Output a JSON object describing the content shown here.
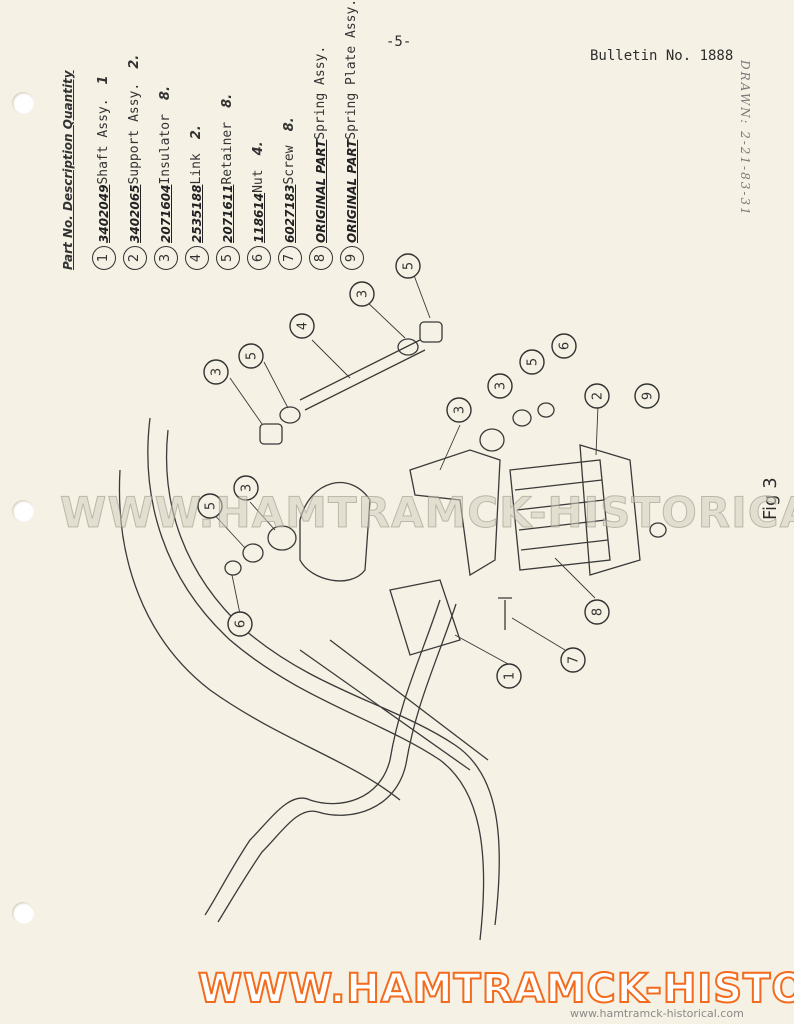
{
  "page_number": "-5-",
  "bulletin": "Bulletin No. 1888",
  "side_reference": "DRAWN: 2-21-83-31",
  "figure_label": "Fig 3",
  "legend": {
    "header": "Part No. Description Quantity",
    "items": [
      {
        "num": "1",
        "part": "3402049",
        "desc": "Shaft Assy.",
        "qty": "1"
      },
      {
        "num": "2",
        "part": "3402065",
        "desc": "Support Assy.",
        "qty": "2."
      },
      {
        "num": "3",
        "part": "2071604",
        "desc": "Insulator",
        "qty": "8."
      },
      {
        "num": "4",
        "part": "2535188",
        "desc": "Link",
        "qty": "2."
      },
      {
        "num": "5",
        "part": "2071611",
        "desc": "Retainer",
        "qty": "8."
      },
      {
        "num": "6",
        "part": "118614",
        "desc": "Nut",
        "qty": "4."
      },
      {
        "num": "7",
        "part": "6027183",
        "desc": "Screw",
        "qty": "8."
      },
      {
        "num": "8",
        "part": "ORIGINAL PART",
        "desc": "Spring Assy.",
        "qty": ""
      },
      {
        "num": "9",
        "part": "ORIGINAL PART",
        "desc": "Spring Plate Assy.",
        "qty": ""
      }
    ]
  },
  "watermarks": {
    "center": "WWW.HAMTRAMCK-HISTORICAL.COM",
    "bottom": "WWW.HAMTRAMCK-HISTORICAL.COM",
    "url": "www.hamtramck-historical.com"
  },
  "callouts": [
    {
      "label": "3"
    },
    {
      "label": "5"
    },
    {
      "label": "4"
    },
    {
      "label": "3"
    },
    {
      "label": "5"
    },
    {
      "label": "3"
    },
    {
      "label": "2"
    },
    {
      "label": "3"
    },
    {
      "label": "5"
    },
    {
      "label": "6"
    },
    {
      "label": "9"
    },
    {
      "label": "3"
    },
    {
      "label": "5"
    },
    {
      "label": "6"
    },
    {
      "label": "8"
    },
    {
      "label": "7"
    },
    {
      "label": "1"
    }
  ],
  "colors": {
    "paper": "#f5f1e4",
    "ink": "#333333",
    "watermark_orange": "#f36b1c"
  }
}
